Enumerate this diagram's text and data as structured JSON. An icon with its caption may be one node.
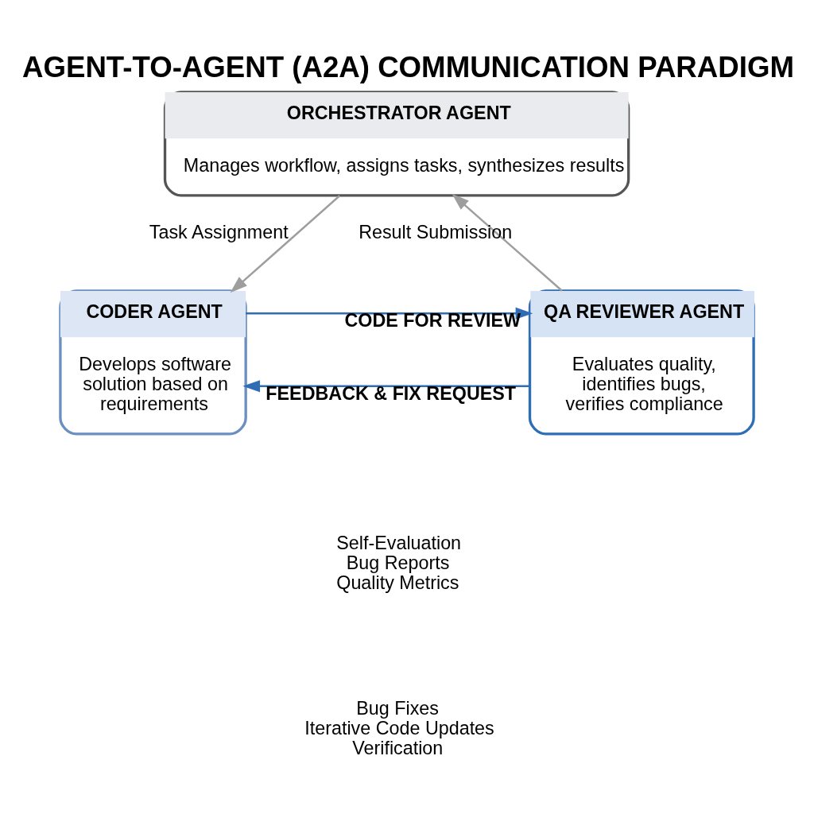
{
  "diagram": {
    "title": "AGENT-TO-AGENT (A2A) COMMUNICATION PARADIGM",
    "nodes": [
      {
        "text": [
          "ORCHESTRATOR AGENT",
          "Manages workflow, assigns tasks, synthesizes results"
        ]
      },
      {
        "text": [
          "CODER AGENT",
          "Develops software solution based on requirements"
        ]
      },
      {
        "text": [
          "QA REVIEWER AGENT",
          "Evaluates quality, identifies bugs, verifies compliance"
        ]
      }
    ],
    "edges": [
      {
        "from": 0,
        "to": 1,
        "arrow": "to",
        "label": "Task Assignment",
        "color": "#9e9e9e"
      },
      {
        "from": 2,
        "to": 0,
        "arrow": "to",
        "label": "Result Submission",
        "color": "#9e9e9e"
      },
      {
        "from": 1,
        "to": 2,
        "arrow": "to",
        "label": "CODE FOR REVIEW",
        "color": "#2f6db5"
      },
      {
        "from": 2,
        "to": 1,
        "arrow": "to",
        "label": "FEEDBACK & FIX REQUEST",
        "color": "#2f6db5"
      }
    ],
    "labels": [
      "Self-Evaluation",
      "Bug Reports",
      "Quality Metrics",
      "Bug Fixes",
      "Iterative Code Updates",
      "Verification"
    ]
  }
}
